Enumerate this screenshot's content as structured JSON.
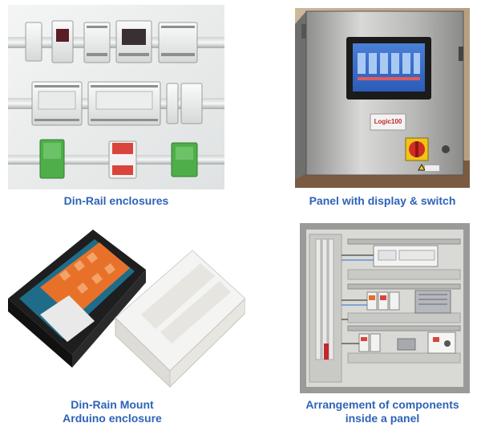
{
  "captions": {
    "top_left": "Din-Rail enclosures",
    "top_right": "Panel with display & switch",
    "bottom_left_line1": "Din-Rain Mount",
    "bottom_left_line2": "Arduino enclosure",
    "bottom_right_line1": "Arrangement of components",
    "bottom_right_line2": "inside a panel"
  },
  "panel_text": {
    "logo_label": "Logic100"
  },
  "colors": {
    "caption_blue": "#2e63b8",
    "arduino_orange": "#e8712a",
    "green_enclosure": "#4fae4a",
    "red_enclosure": "#d9453c",
    "steel": "#b7b7b5"
  }
}
